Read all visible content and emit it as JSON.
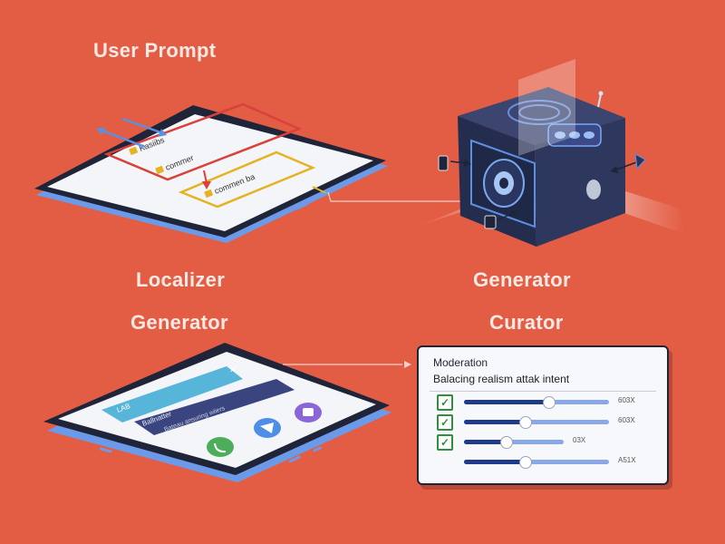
{
  "labels": {
    "user_prompt": "User Prompt",
    "localizer": "Localizer",
    "generator_top": "Generator",
    "generator_bottom": "Generator",
    "curator": "Curator"
  },
  "localizer_device": {
    "box1_text": "Kasiibs",
    "box2_text": "commer",
    "box3_text": "commen ba"
  },
  "generator_device": {
    "top_bar_text": "LAB",
    "mid_bar_text": "Ballnatter",
    "second_bar_text": "Bateau ansuring wiiers"
  },
  "curator_panel": {
    "title": "Moderation",
    "subtitle": "Balacing realism attak intent",
    "rows": [
      {
        "checked": true,
        "level": 0.58,
        "value": "603X"
      },
      {
        "checked": true,
        "level": 0.42,
        "value": "603X"
      },
      {
        "checked": true,
        "level": 0.42,
        "value": "03X"
      },
      {
        "checked": false,
        "level": 0.42,
        "value": "A51X"
      }
    ]
  },
  "colors": {
    "background": "#e35d44",
    "label_text": "#fbe9e4",
    "device_body": "#1f2438",
    "device_edge": "#5b8fe0",
    "red_box": "#d9413a",
    "yellow_box": "#e5b322",
    "cube_dark": "#2b3358",
    "teal_bar": "#56b5d8",
    "navy_bar": "#3a4580",
    "green_button": "#4cae5a",
    "blue_button": "#4f8ee6",
    "purple_button": "#8a66d8"
  }
}
